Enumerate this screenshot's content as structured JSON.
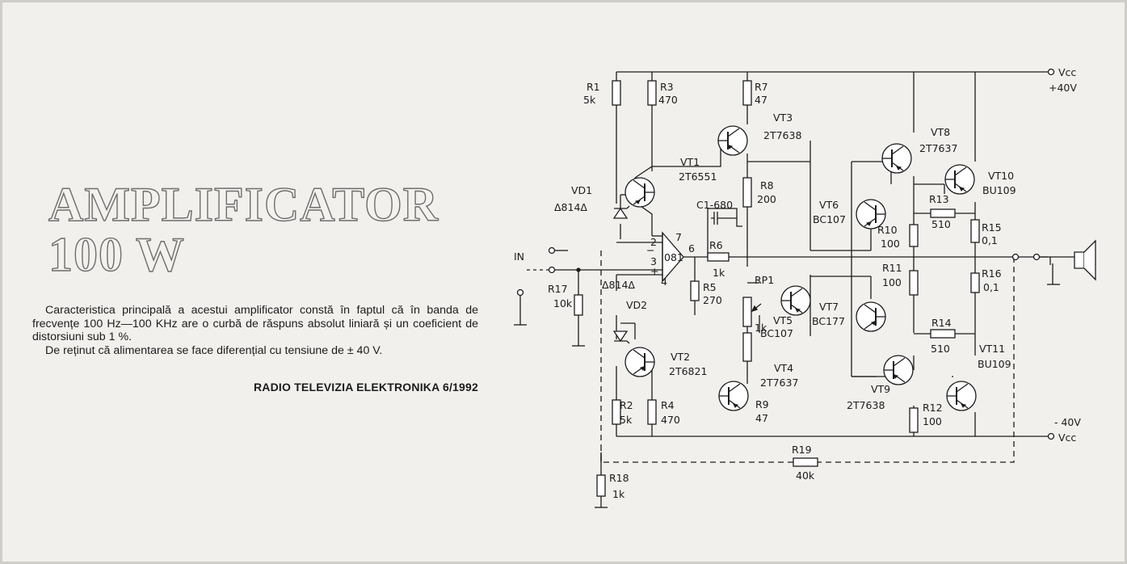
{
  "article": {
    "title_line1": "AMPLIFICATOR",
    "title_line2": "100 W",
    "paragraph1": "Caracteristica principală a acestui amplificator constă în faptul că în banda de frecvențe 100 Hz—100 KHz are o curbă de răspuns absolut liniară și un coeficient de distorsiuni sub 1 %.",
    "paragraph2": "De reținut că alimentarea se face diferențial cu tensiune de ± 40 V.",
    "source": "RADIO TELEVIZIA ELEKTRONIKA 6/1992"
  },
  "schematic": {
    "labels": {
      "R1": "R1",
      "R1v": "5k",
      "R3": "R3",
      "R3v": "470",
      "R7": "R7",
      "R7v": "47",
      "VT3": "VT3",
      "VT3v": "2T7638",
      "VT1": "VT1",
      "VT1v": "2T6551",
      "VD1": "VD1",
      "VD1v": "Δ814Δ",
      "VT8": "VT8",
      "VT8v": "2T7637",
      "VT10": "VT10",
      "VT10v": "BU109",
      "R8": "R8",
      "R8v": "200",
      "C1": "C1-680",
      "VT6": "VT6",
      "VT6v": "BC107",
      "R13": "R13",
      "R13v": "510",
      "R10": "R10",
      "R10v": "100",
      "R15": "R15",
      "R15v": "0,1",
      "R6": "R6",
      "R6v": "1k",
      "IN": "IN",
      "pin2": "2",
      "pin3": "3",
      "pin6": "6",
      "pin7": "7",
      "pin4": "4",
      "opamp": "081",
      "minus": "−",
      "plus": "+",
      "R11": "R11",
      "R11v": "100",
      "R16": "R16",
      "R16v": "0,1",
      "R17": "R17",
      "R17v": "10k",
      "VD2v": "Δ814Δ",
      "VD2": "VD2",
      "R5": "R5",
      "R5v": "270",
      "RP1": "RP1",
      "RP1v": "1k",
      "VT5": "VT5",
      "VT5v": "BC107",
      "VT7": "VT7",
      "VT7v": "BC177",
      "R14": "R14",
      "R14v": "510",
      "VT2": "VT2",
      "VT2v": "2T6821",
      "VT11": "VT11",
      "VT11v": "BU109",
      "VT4": "VT4",
      "VT4v": "2T7637",
      "VT9": "VT9",
      "VT9v": "2T7638",
      "R2": "R2",
      "R2v": "5k",
      "R4": "R4",
      "R4v": "470",
      "R9": "R9",
      "R9v": "47",
      "R12": "R12",
      "R12v": "100",
      "neg": "- 40V",
      "vccNeg": "Vcc",
      "vccPos": "Vcc",
      "pos": "+40V",
      "R19": "R19",
      "R19v": "40k",
      "R18": "R18",
      "R18v": "1k"
    }
  }
}
